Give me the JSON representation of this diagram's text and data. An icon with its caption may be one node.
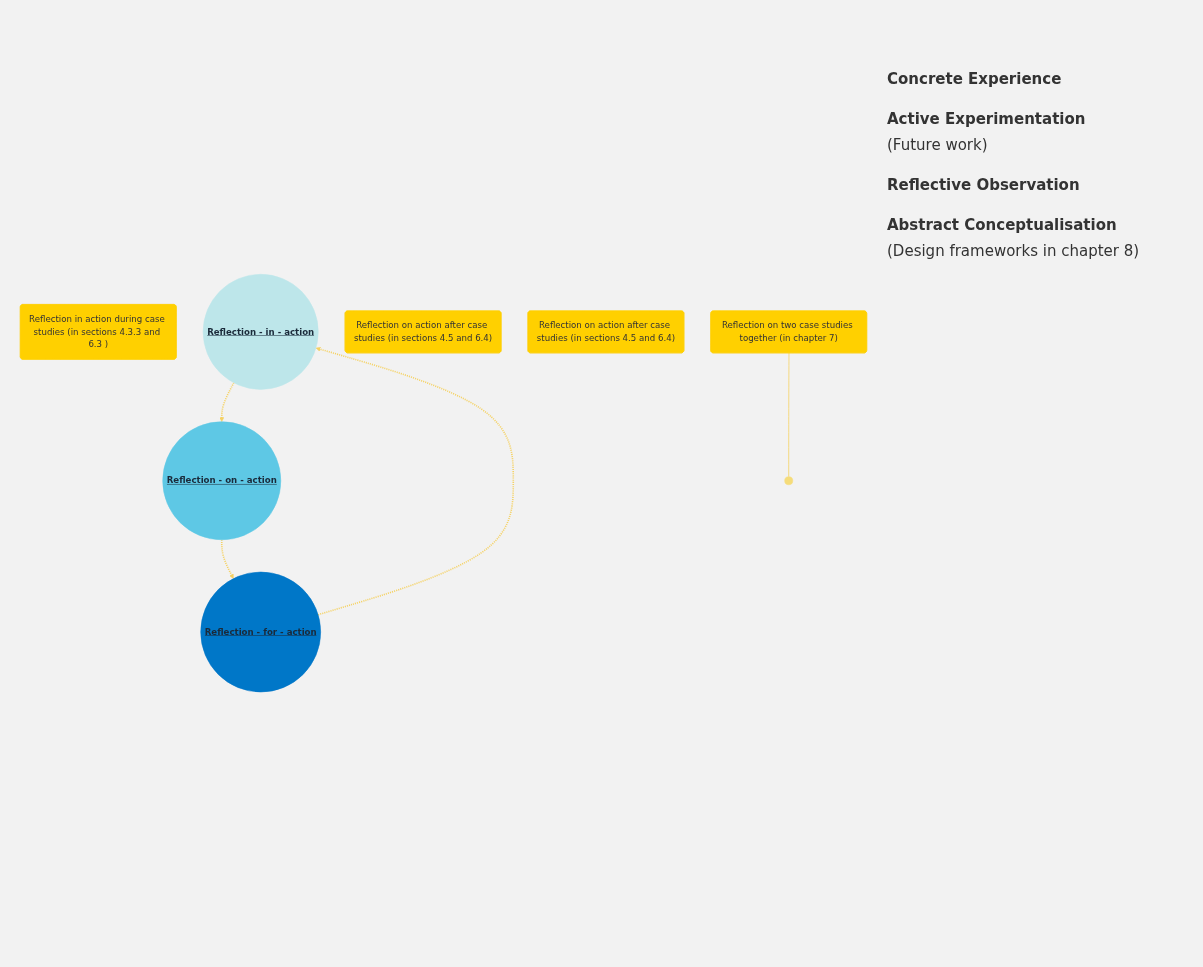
{
  "diagram": {
    "nodes": [
      {
        "text": [
          "Reflection in action during case studies (in sections 4.3.3 and 6.3 )"
        ]
      },
      {
        "text": [
          "Reflection - in - action"
        ]
      },
      {
        "text": [
          "Reflection - for - action"
        ]
      },
      {
        "text": [
          "Reflection on action after case studies (in sections 4.5 and 6.4)"
        ]
      },
      {
        "text": [
          "Reflection - on - action"
        ]
      },
      {
        "text": [
          "Reflection on action after case studies (in sections 4.5 and 6.4)"
        ]
      },
      {
        "text": [
          "Reflection on two case studies together (in chapter 7)"
        ]
      }
    ],
    "edges": [
      {
        "from": 1,
        "to": 4,
        "arrow": "to",
        "style": "dashed"
      },
      {
        "from": 4,
        "to": 2,
        "arrow": "to",
        "style": "dashed"
      },
      {
        "from": 2,
        "to": 1,
        "arrow": "to",
        "style": "dashed"
      },
      {
        "from": 6,
        "to": null,
        "arrow": "none"
      }
    ],
    "labels": [
      "Concrete  Experience",
      "Active Experimentation",
      "(Future work)",
      "Reflective Observation",
      "Abstract Conceptualisation",
      "(Design frameworks in chapter 8)"
    ]
  }
}
